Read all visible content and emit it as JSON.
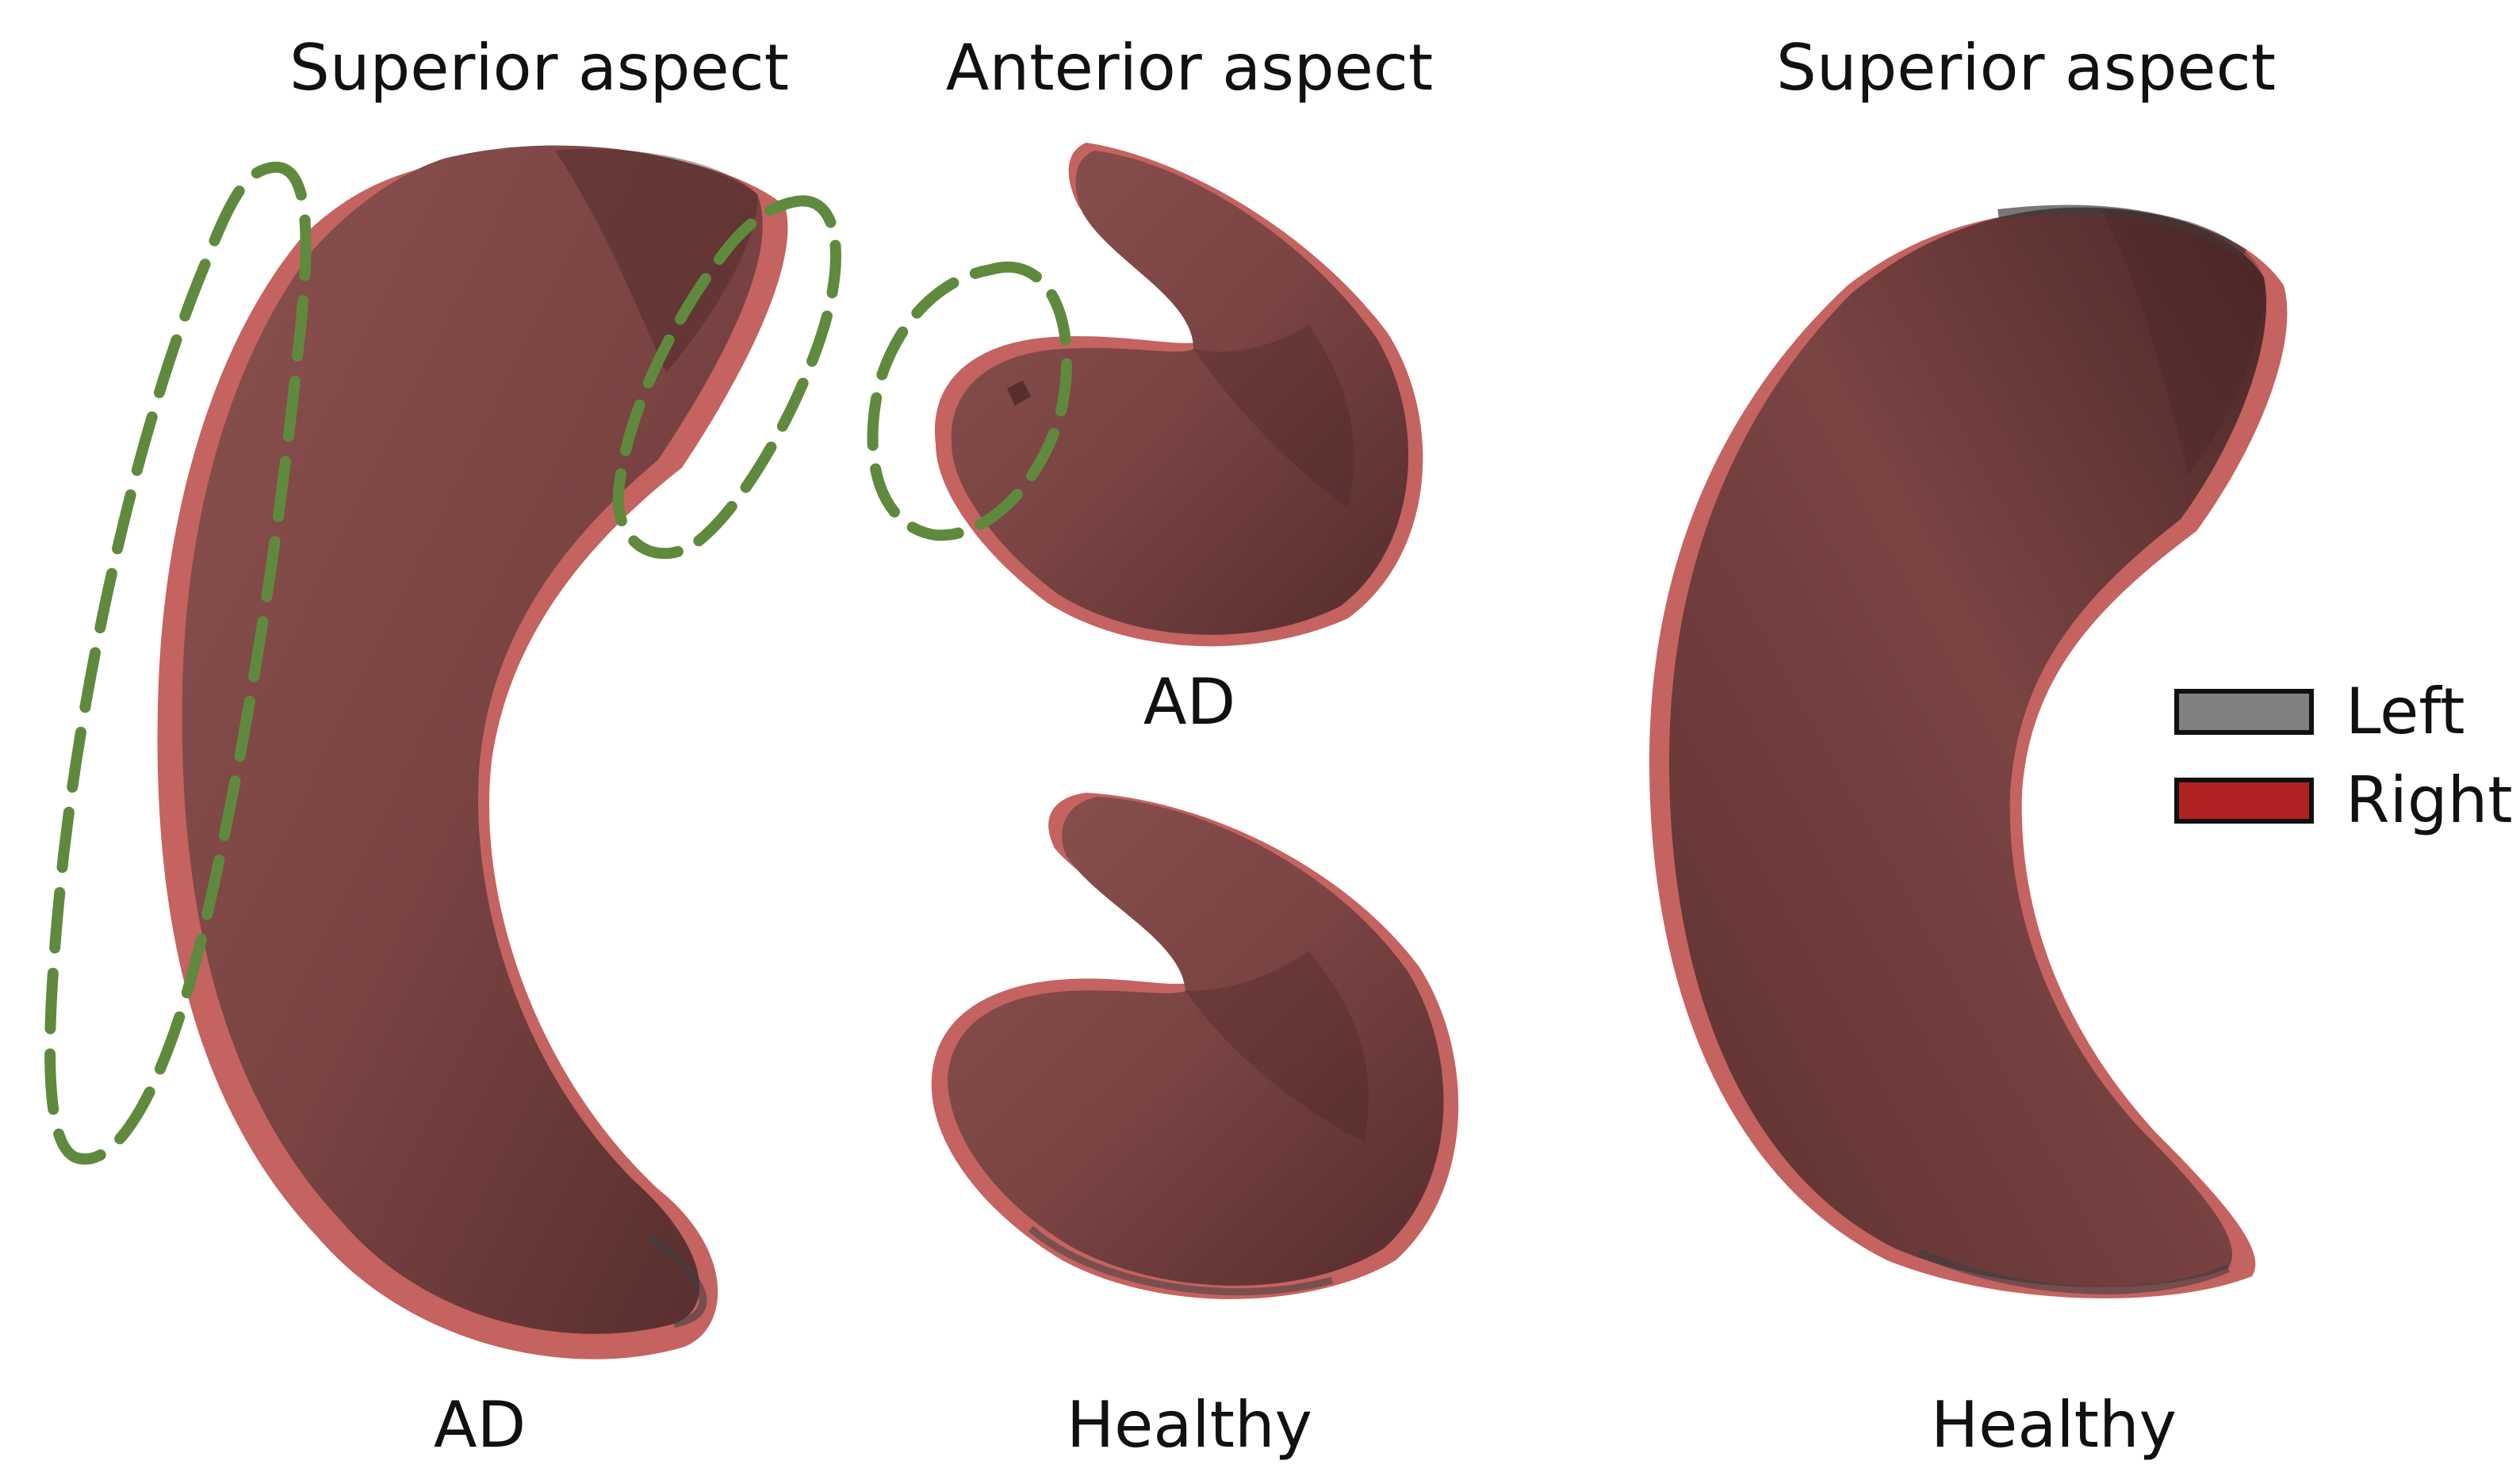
{
  "titles": {
    "left": "Superior aspect",
    "middle": "Anterior aspect",
    "right": "Superior aspect"
  },
  "labels": {
    "left_bottom": "AD",
    "middle_top": "AD",
    "middle_bottom": "Healthy",
    "right_bottom": "Healthy"
  },
  "legend": {
    "items": [
      {
        "label": "Left",
        "color": "#808080"
      },
      {
        "label": "Right",
        "color": "#b22222"
      }
    ]
  },
  "colors": {
    "surface_dark": "#4a2626",
    "surface_mid": "#7a4443",
    "surface_light": "#8d5350",
    "right_rim": "#c46360",
    "left_rim": "#3f3f3f",
    "highlight_outline": "#5f8a3e"
  }
}
